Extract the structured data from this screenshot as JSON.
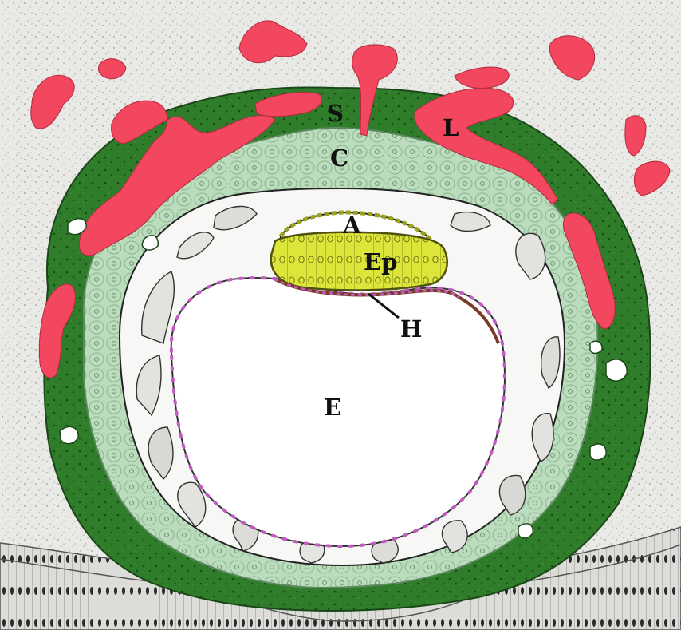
{
  "labels": {
    "S": "S",
    "L": "L",
    "C": "C",
    "A": "A",
    "Ep": "Ep",
    "H": "H",
    "E": "E"
  },
  "colors": {
    "background": "#e7e7e4",
    "background_speckle": "#b9b9b4",
    "stroma_dark_green": "#2f7d2a",
    "stroma_deep": "#1e5a1b",
    "cytotrophoblast_light_green": "#bcdcbe",
    "cell_outline": "#6f9c72",
    "lacunae_red": "#f2475f",
    "epiblast_yellow": "#dbe53a",
    "hypoblast_line": "#8a3d2a",
    "hypoblast_dots": "#c05cc0",
    "exocoelomic_cavity": "#ffffff",
    "uterine_epithelium": "#d4d4d0",
    "label_text": "#111111"
  }
}
